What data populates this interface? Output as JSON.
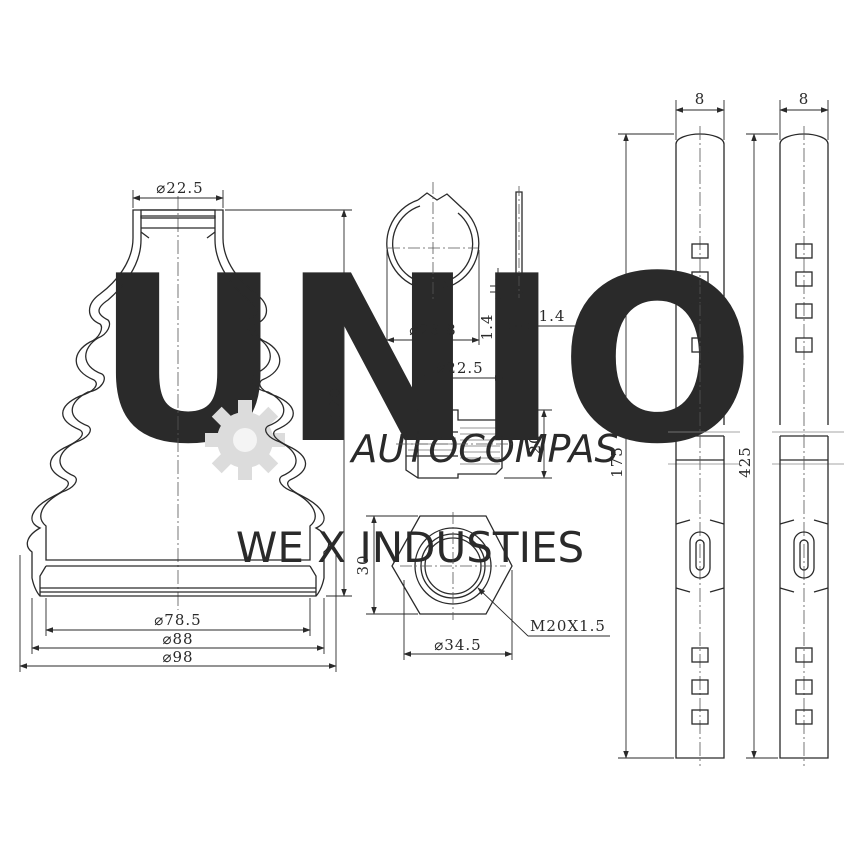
{
  "watermark": {
    "brand": "UNIO",
    "line1": "AUTOCOMPAS",
    "line2": "WE X INDUSTIES",
    "color": "#e4e4e4"
  },
  "colors": {
    "line": "#2a2a2a",
    "axis": "#555555"
  },
  "boot": {
    "d_small": "⌀22.5",
    "height": "120",
    "d_inner": "⌀78.5",
    "d_mid": "⌀88",
    "d_outer": "⌀98"
  },
  "ring": {
    "diameter": "⌀23.8",
    "thickness": "1.4",
    "width": "1.4"
  },
  "nut": {
    "bore": "⌀22.5",
    "length": "20",
    "height": "30",
    "across": "⌀34.5",
    "thread": "M20X1.5"
  },
  "strap_short": {
    "width": "8",
    "length": "175"
  },
  "strap_long": {
    "width": "8",
    "length": "425"
  }
}
